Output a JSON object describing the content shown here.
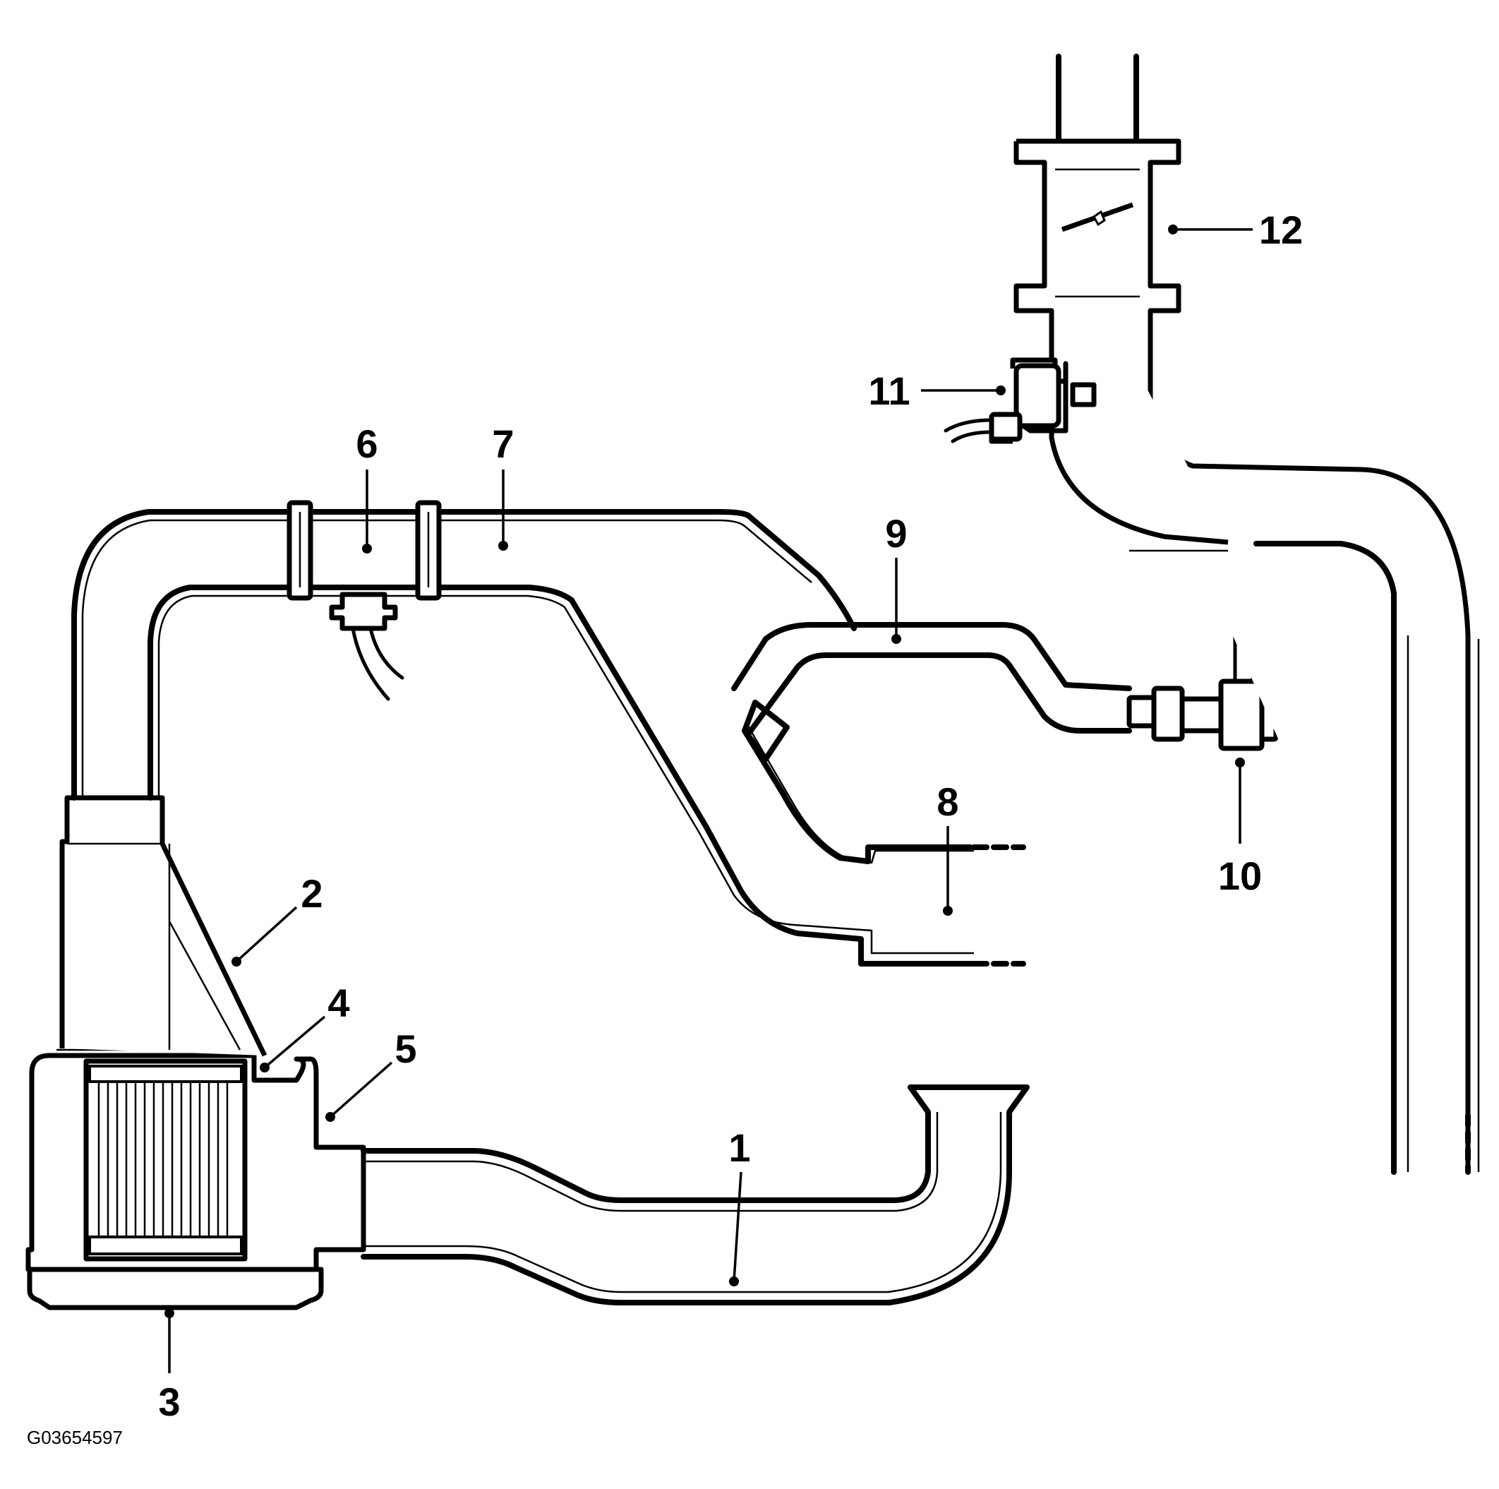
{
  "figure_id": "G03654597",
  "callouts": [
    {
      "id": "1",
      "label": "1"
    },
    {
      "id": "2",
      "label": "2"
    },
    {
      "id": "3",
      "label": "3"
    },
    {
      "id": "4",
      "label": "4"
    },
    {
      "id": "5",
      "label": "5"
    },
    {
      "id": "6",
      "label": "6"
    },
    {
      "id": "7",
      "label": "7"
    },
    {
      "id": "8",
      "label": "8"
    },
    {
      "id": "9",
      "label": "9"
    },
    {
      "id": "10",
      "label": "10"
    },
    {
      "id": "11",
      "label": "11"
    },
    {
      "id": "12",
      "label": "12"
    }
  ]
}
